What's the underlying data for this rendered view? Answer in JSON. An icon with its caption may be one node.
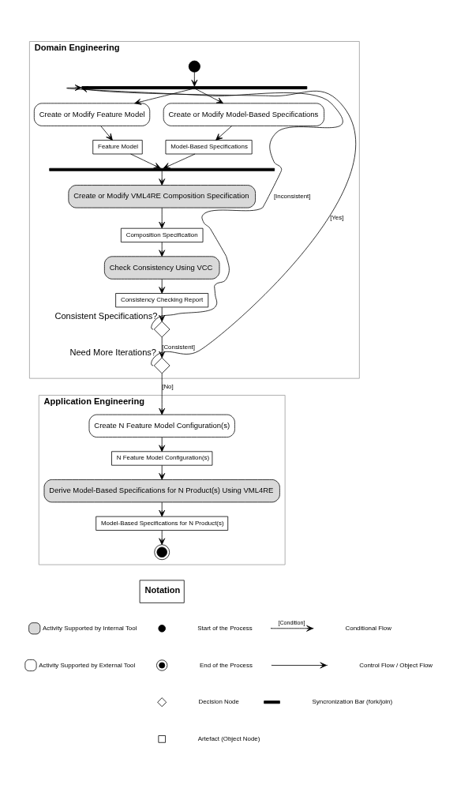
{
  "diagram": {
    "nodes": [
      {
        "text": [
          "Domain Engineering"
        ]
      },
      {
        "text": [],
        "shape": "circle",
        "in": 0
      },
      {
        "text": [],
        "shape": "bar",
        "in": 0
      },
      {
        "text": [
          "Create or Modify Feature Model"
        ],
        "in": 0
      },
      {
        "text": [
          "Create or Modify Model-Based Specifications"
        ],
        "in": 0
      },
      {
        "text": [
          "Feature Model"
        ],
        "in": 0
      },
      {
        "text": [
          "Model-Based Specifications"
        ],
        "in": 0
      },
      {
        "text": [],
        "shape": "bar",
        "in": 0
      },
      {
        "text": [
          "Create or Modify VML4RE Composition Specification"
        ],
        "in": 0
      },
      {
        "text": [
          "Composition Specification"
        ],
        "in": 0
      },
      {
        "text": [
          "Check Consistency Using VCC"
        ],
        "in": 0
      },
      {
        "text": [
          "Consistency Checking Report"
        ],
        "in": 0
      },
      {
        "text": [],
        "shape": "diamond",
        "in": 0,
        "beside": [
          "Consistent Specifications?"
        ]
      },
      {
        "text": [],
        "shape": "diamond",
        "in": 0,
        "beside": [
          "Need More Iterations?"
        ]
      },
      {
        "text": [
          "Application Engineering"
        ]
      },
      {
        "text": [
          "Create N Feature Model Configuration(s)"
        ],
        "in": 14
      },
      {
        "text": [
          "N Feature Model Configuration(s)"
        ],
        "in": 14
      },
      {
        "text": [
          "Derive Model-Based Specifications for N Product(s) Using VML4RE"
        ],
        "in": 14
      },
      {
        "text": [
          "Model-Based Specifications for N Product(s)"
        ],
        "in": 14
      },
      {
        "text": [],
        "shape": "circle",
        "in": 14
      }
    ],
    "edges": [
      {
        "from": 1,
        "to": 2,
        "arrow": "to"
      },
      {
        "from": 2,
        "to": 3,
        "arrow": "to"
      },
      {
        "from": 2,
        "to": 4,
        "arrow": "to"
      },
      {
        "from": 3,
        "to": 5,
        "arrow": "to"
      },
      {
        "from": 4,
        "to": 6,
        "arrow": "to"
      },
      {
        "from": 5,
        "to": 7,
        "arrow": "to"
      },
      {
        "from": 6,
        "to": 7,
        "arrow": "to"
      },
      {
        "from": 7,
        "to": 8,
        "arrow": "to"
      },
      {
        "from": 8,
        "to": 9,
        "arrow": "to"
      },
      {
        "from": 9,
        "to": 10,
        "arrow": "to"
      },
      {
        "from": 10,
        "to": 11,
        "arrow": "to"
      },
      {
        "from": 11,
        "to": 12,
        "arrow": "to"
      },
      {
        "from": 12,
        "to": 2,
        "arrow": "to",
        "label": "[Inconsistent]"
      },
      {
        "from": 12,
        "to": 13,
        "arrow": "to",
        "label": "[Consistent]"
      },
      {
        "from": 13,
        "to": 2,
        "arrow": "to",
        "label": "[Yes]"
      },
      {
        "from": 13,
        "to": 15,
        "arrow": "to",
        "label": "[No]"
      },
      {
        "from": 15,
        "to": 16,
        "arrow": "to"
      },
      {
        "from": 16,
        "to": 17,
        "arrow": "to"
      },
      {
        "from": 17,
        "to": 18,
        "arrow": "to"
      },
      {
        "from": 18,
        "to": 19,
        "arrow": "to"
      }
    ],
    "labels": [
      "Notation",
      "[Condition]"
    ],
    "legend": [
      {
        "text": "Activity Supported by Internal Tool",
        "color": "#d9d9d9"
      },
      {
        "text": "Activity Supported by External Tool",
        "color": "#ffffff"
      },
      {
        "text": "Start of the Process"
      },
      {
        "text": "End of the Process"
      },
      {
        "text": "Decision Node"
      },
      {
        "text": "Artefact (Object Node)"
      },
      {
        "text": "Conditional Flow"
      },
      {
        "text": "Control Flow / Object Flow"
      },
      {
        "text": "Syncronization Bar (fork/join)"
      }
    ]
  }
}
